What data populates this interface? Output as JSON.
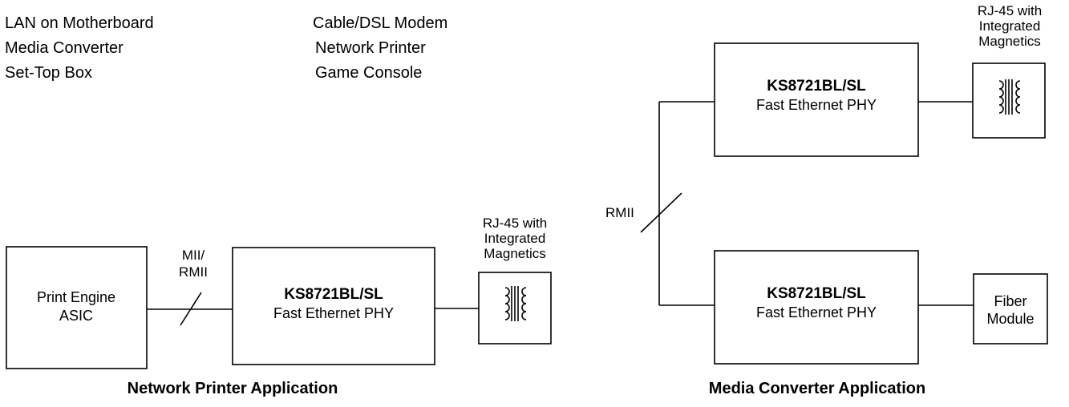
{
  "applications": {
    "col1": [
      "LAN on Motherboard",
      "Media Converter",
      "Set-Top Box"
    ],
    "col2": [
      "Cable/DSL Modem",
      "Network Printer",
      "Game Console"
    ]
  },
  "printer_diagram": {
    "asic_line1": "Print Engine",
    "asic_line2": "ASIC",
    "bus_line1": "MII/",
    "bus_line2": "RMII",
    "phy_name": "KS8721BL/SL",
    "phy_desc": "Fast Ethernet PHY",
    "rj45_line1": "RJ-45 with",
    "rj45_line2": "Integrated",
    "rj45_line3": "Magnetics",
    "caption": "Network Printer Application"
  },
  "converter_diagram": {
    "bus_label": "RMII",
    "phy_top_name": "KS8721BL/SL",
    "phy_top_desc": "Fast Ethernet PHY",
    "rj45_line1": "RJ-45 with",
    "rj45_line2": "Integrated",
    "rj45_line3": "Magnetics",
    "phy_bottom_name": "KS8721BL/SL",
    "phy_bottom_desc": "Fast Ethernet PHY",
    "fiber_line1": "Fiber",
    "fiber_line2": "Module",
    "caption": "Media Converter Application"
  }
}
